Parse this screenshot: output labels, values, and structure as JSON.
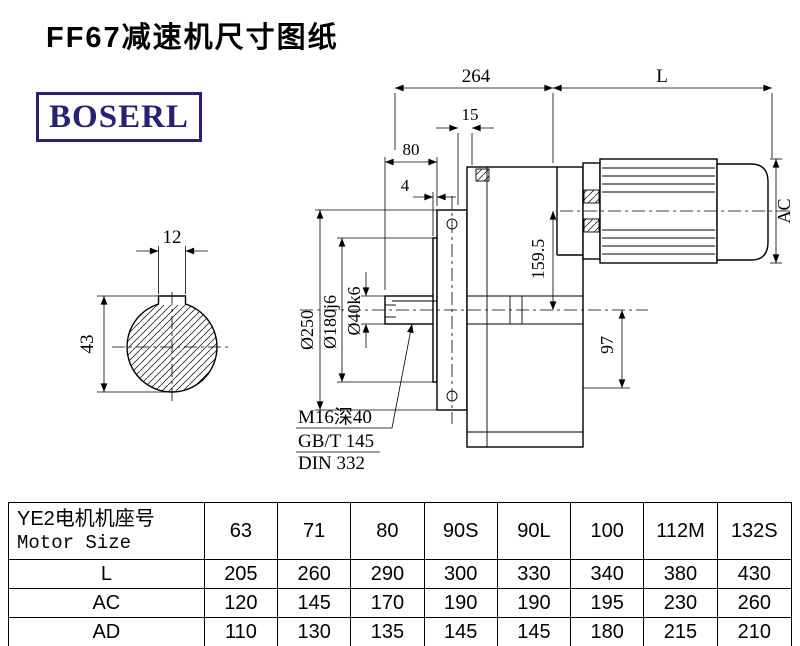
{
  "page": {
    "title": "FF67减速机尺寸图纸",
    "brand": "BOSERL"
  },
  "drawing": {
    "dims": {
      "gearbox_length": "264",
      "motor_length": "L",
      "d15": "15",
      "d80": "80",
      "d4": "4",
      "key_width": "12",
      "key_height": "43",
      "flange_dia": "Ø250",
      "spigot_dia": "Ø180j6",
      "shaft_dia": "Ø40k6",
      "axis_distance": "159.5",
      "bottom_height": "97",
      "motor_dia": "AC"
    },
    "notes": {
      "tap": "M16深40",
      "std1": "GB/T 145",
      "std2": "DIN 332"
    }
  },
  "table": {
    "header": {
      "line1": "YE2电机机座号",
      "line2": "Motor Size"
    },
    "columns": [
      "63",
      "71",
      "80",
      "90S",
      "90L",
      "100",
      "112M",
      "132S"
    ],
    "rows": [
      {
        "label": "L",
        "values": [
          "205",
          "260",
          "290",
          "300",
          "330",
          "340",
          "380",
          "430"
        ]
      },
      {
        "label": "AC",
        "values": [
          "120",
          "145",
          "170",
          "190",
          "190",
          "195",
          "230",
          "260"
        ]
      },
      {
        "label": "AD",
        "values": [
          "110",
          "130",
          "135",
          "145",
          "145",
          "180",
          "215",
          "210"
        ]
      }
    ]
  }
}
